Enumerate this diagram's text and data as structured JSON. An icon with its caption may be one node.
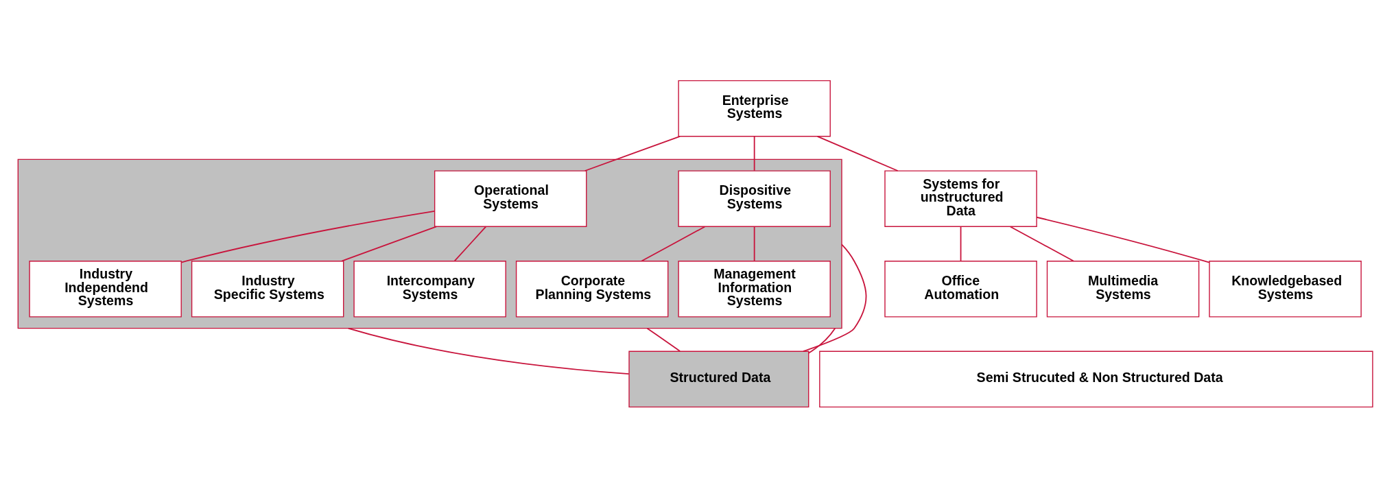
{
  "diagram": {
    "nodes": [
      {
        "text": [
          "Enterprise Systems"
        ]
      },
      {
        "text": [],
        "shape": "box"
      },
      {
        "text": [
          "Operational Systems"
        ],
        "in": 1
      },
      {
        "text": [
          "Industry Independend Systems"
        ],
        "in": 1
      },
      {
        "text": [
          "Industry Specific Systems"
        ],
        "in": 1
      },
      {
        "text": [
          "Intercompany Systems"
        ],
        "in": 1
      },
      {
        "text": [
          "Dispositive Systems"
        ],
        "in": 1
      },
      {
        "text": [
          "Management Information Systems"
        ],
        "in": 1
      },
      {
        "text": [
          "Corporate Planning Systems"
        ],
        "in": 1
      },
      {
        "text": [
          "Systems for unstructured Data"
        ]
      },
      {
        "text": [
          "Office Automation"
        ]
      },
      {
        "text": [
          "Multimedia Systems"
        ]
      },
      {
        "text": [
          "Knowledgebased Systems"
        ]
      },
      {
        "text": [
          "Structured Data"
        ]
      },
      {
        "text": [
          "Semi Strucuted & Non Structured Data"
        ]
      }
    ],
    "edges": [
      {
        "from": 0,
        "to": 2,
        "arrow": "none"
      },
      {
        "from": 0,
        "to": 6,
        "arrow": "none"
      },
      {
        "from": 0,
        "to": 9,
        "arrow": "none"
      },
      {
        "from": 2,
        "to": 3,
        "arrow": "none"
      },
      {
        "from": 2,
        "to": 4,
        "arrow": "none"
      },
      {
        "from": 2,
        "to": 5,
        "arrow": "none"
      },
      {
        "from": 6,
        "to": 7,
        "arrow": "none"
      },
      {
        "from": 6,
        "to": 8,
        "arrow": "none"
      },
      {
        "from": 9,
        "to": 10,
        "arrow": "none"
      },
      {
        "from": 9,
        "to": 11,
        "arrow": "none"
      },
      {
        "from": 9,
        "to": 12,
        "arrow": "none"
      },
      {
        "from": 1,
        "to": 13,
        "arrow": "none"
      },
      {
        "from": 1,
        "to": 13,
        "arrow": "none"
      },
      {
        "from": 1,
        "to": 13,
        "arrow": "none"
      },
      {
        "from": 1,
        "to": 13,
        "arrow": "none"
      }
    ]
  }
}
